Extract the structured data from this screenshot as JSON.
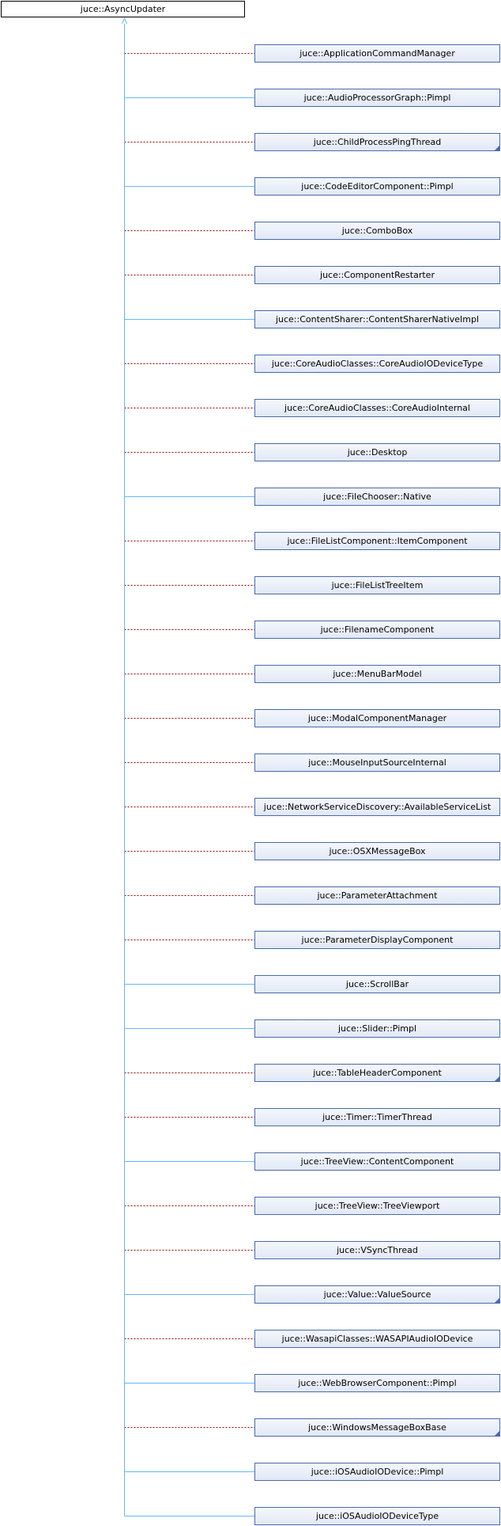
{
  "root": {
    "label": "juce::AsyncUpdater"
  },
  "classes": [
    {
      "label": "juce::ApplicationCommandManager",
      "inheritance": "private",
      "truncated": false
    },
    {
      "label": "juce::AudioProcessorGraph::Pimpl",
      "inheritance": "public",
      "truncated": false
    },
    {
      "label": "juce::ChildProcessPingThread",
      "inheritance": "private",
      "truncated": true
    },
    {
      "label": "juce::CodeEditorComponent::Pimpl",
      "inheritance": "public",
      "truncated": false
    },
    {
      "label": "juce::ComboBox",
      "inheritance": "private",
      "truncated": false
    },
    {
      "label": "juce::ComponentRestarter",
      "inheritance": "private",
      "truncated": false
    },
    {
      "label": "juce::ContentSharer::ContentSharerNativeImpl",
      "inheritance": "public",
      "truncated": false
    },
    {
      "label": "juce::CoreAudioClasses::CoreAudioIODeviceType",
      "inheritance": "private",
      "truncated": false
    },
    {
      "label": "juce::CoreAudioClasses::CoreAudioInternal",
      "inheritance": "private",
      "truncated": false
    },
    {
      "label": "juce::Desktop",
      "inheritance": "private",
      "truncated": false
    },
    {
      "label": "juce::FileChooser::Native",
      "inheritance": "public",
      "truncated": false
    },
    {
      "label": "juce::FileListComponent::ItemComponent",
      "inheritance": "private",
      "truncated": false
    },
    {
      "label": "juce::FileListTreeItem",
      "inheritance": "private",
      "truncated": false
    },
    {
      "label": "juce::FilenameComponent",
      "inheritance": "private",
      "truncated": false
    },
    {
      "label": "juce::MenuBarModel",
      "inheritance": "private",
      "truncated": false
    },
    {
      "label": "juce::ModalComponentManager",
      "inheritance": "private",
      "truncated": false
    },
    {
      "label": "juce::MouseInputSourceInternal",
      "inheritance": "private",
      "truncated": false
    },
    {
      "label": "juce::NetworkServiceDiscovery::AvailableServiceList",
      "inheritance": "private",
      "truncated": false
    },
    {
      "label": "juce::OSXMessageBox",
      "inheritance": "private",
      "truncated": false
    },
    {
      "label": "juce::ParameterAttachment",
      "inheritance": "private",
      "truncated": false
    },
    {
      "label": "juce::ParameterDisplayComponent",
      "inheritance": "private",
      "truncated": false
    },
    {
      "label": "juce::ScrollBar",
      "inheritance": "public",
      "truncated": false
    },
    {
      "label": "juce::Slider::Pimpl",
      "inheritance": "public",
      "truncated": false
    },
    {
      "label": "juce::TableHeaderComponent",
      "inheritance": "private",
      "truncated": true
    },
    {
      "label": "juce::Timer::TimerThread",
      "inheritance": "private",
      "truncated": false
    },
    {
      "label": "juce::TreeView::ContentComponent",
      "inheritance": "public",
      "truncated": false
    },
    {
      "label": "juce::TreeView::TreeViewport",
      "inheritance": "private",
      "truncated": false
    },
    {
      "label": "juce::VSyncThread",
      "inheritance": "private",
      "truncated": false
    },
    {
      "label": "juce::Value::ValueSource",
      "inheritance": "public",
      "truncated": true
    },
    {
      "label": "juce::WasapiClasses::WASAPIAudioIODevice",
      "inheritance": "private",
      "truncated": false
    },
    {
      "label": "juce::WebBrowserComponent::Pimpl",
      "inheritance": "public",
      "truncated": false
    },
    {
      "label": "juce::WindowsMessageBoxBase",
      "inheritance": "private",
      "truncated": true
    },
    {
      "label": "juce::iOSAudioIODevice::Pimpl",
      "inheritance": "public",
      "truncated": false
    },
    {
      "label": "juce::iOSAudioIODeviceType",
      "inheritance": "public",
      "truncated": false
    }
  ],
  "colors": {
    "public_edge": "#63b8ff",
    "private_edge": "#9a0000",
    "box_border": "#4a6aaa"
  }
}
